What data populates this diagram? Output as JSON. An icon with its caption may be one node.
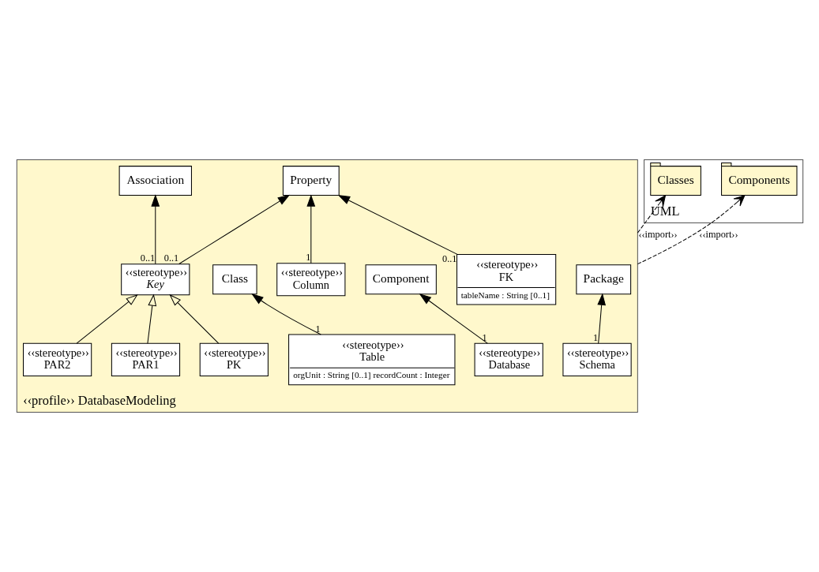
{
  "diagram": {
    "nodes": [
      {
        "text": [
          "UML"
        ]
      },
      {
        "text": [
          "Classes"
        ],
        "in": 0
      },
      {
        "text": [
          "Components"
        ],
        "in": 0
      },
      {
        "text": [
          "‹‹profile›› DatabaseModeling"
        ]
      },
      {
        "text": [
          "Package"
        ],
        "in": 3
      },
      {
        "text": [
          "Component"
        ],
        "in": 3
      },
      {
        "text": [
          "Property"
        ],
        "in": 3
      },
      {
        "text": [
          "‹‹stereotype››",
          "FK",
          "tableName : String [0..1]"
        ],
        "in": 3
      },
      {
        "text": [
          "‹‹stereotype››",
          "Schema"
        ],
        "in": 3
      },
      {
        "text": [
          "‹‹stereotype››",
          "Database"
        ],
        "in": 3
      },
      {
        "text": [
          "‹‹stereotype››",
          "Column"
        ],
        "in": 3
      },
      {
        "text": [
          "‹‹stereotype››",
          "Key"
        ],
        "in": 3
      },
      {
        "text": [
          "Association"
        ],
        "in": 3
      },
      {
        "text": [
          "Class"
        ],
        "in": 3
      },
      {
        "text": [
          "‹‹stereotype››",
          "Table",
          "orgUnit : String [0..1] recordCount : Integer"
        ],
        "in": 3
      },
      {
        "text": [
          "‹‹stereotype››",
          "PK"
        ],
        "in": 3
      },
      {
        "text": [
          "‹‹stereotype››",
          "PAR1"
        ],
        "in": 3
      },
      {
        "text": [
          "‹‹stereotype››",
          "PAR2"
        ],
        "in": 3
      }
    ],
    "edges": [
      {
        "from": 3,
        "to": 1,
        "arrow": "to",
        "style": "dashed",
        "label": "‹‹import››"
      },
      {
        "from": 3,
        "to": 2,
        "arrow": "to",
        "style": "dashed",
        "label": "‹‹import››"
      },
      {
        "from": 8,
        "to": 4,
        "arrow": "to",
        "label": "1"
      },
      {
        "from": 9,
        "to": 5,
        "arrow": "to",
        "label": "1"
      },
      {
        "from": 7,
        "to": 6,
        "arrow": "to",
        "label": "0..1"
      },
      {
        "from": 10,
        "to": 6,
        "arrow": "to",
        "label": "1"
      },
      {
        "from": 11,
        "to": 6,
        "arrow": "to",
        "label": "0..1"
      },
      {
        "from": 11,
        "to": 12,
        "arrow": "to",
        "label": "0..1"
      },
      {
        "from": 14,
        "to": 13,
        "arrow": "to",
        "label": "1"
      },
      {
        "from": 15,
        "to": 11,
        "arrow": "to"
      },
      {
        "from": 16,
        "to": 11,
        "arrow": "to"
      },
      {
        "from": 17,
        "to": 11,
        "arrow": "to"
      }
    ]
  }
}
